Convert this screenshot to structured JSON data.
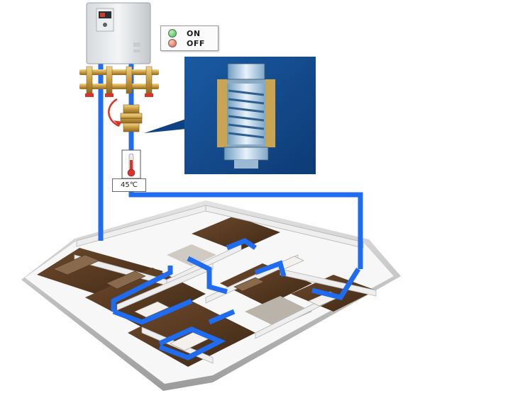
{
  "legend": {
    "on_label": "ON",
    "off_label": "OFF",
    "on_color": "#3cbf4a",
    "off_color": "#e8553a"
  },
  "thermometer": {
    "reading": "45℃"
  },
  "colors": {
    "pipe": "#1f6cf0",
    "callout_bg": "#12478c",
    "floor_wood": "#5a3b22",
    "wall": "#f2f2f2"
  },
  "icons": [
    "water-heater-icon",
    "manifold-icon",
    "valve-icon",
    "thermometer-icon",
    "spring-valve-cutaway-icon",
    "floor-plan-icon"
  ]
}
